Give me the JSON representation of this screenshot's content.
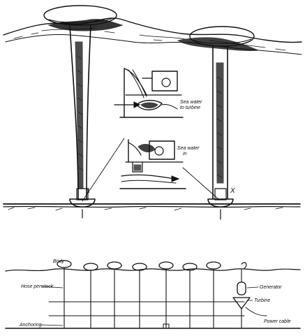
{
  "upper": {
    "inset_top_label_line1": "Sea water",
    "inset_top_label_line2": "to turbine",
    "inset_bottom_label_line1": "Sea water",
    "inset_bottom_label_line2": "in",
    "marker_left": "1",
    "marker_right": "X"
  },
  "lower": {
    "body_label": "Body",
    "hose_label": "Hose penstock",
    "anchoring_label": "Anchoring",
    "generator_label": "Generator",
    "turbine_label": "Turbine",
    "power_cable_label": "Power cable"
  }
}
